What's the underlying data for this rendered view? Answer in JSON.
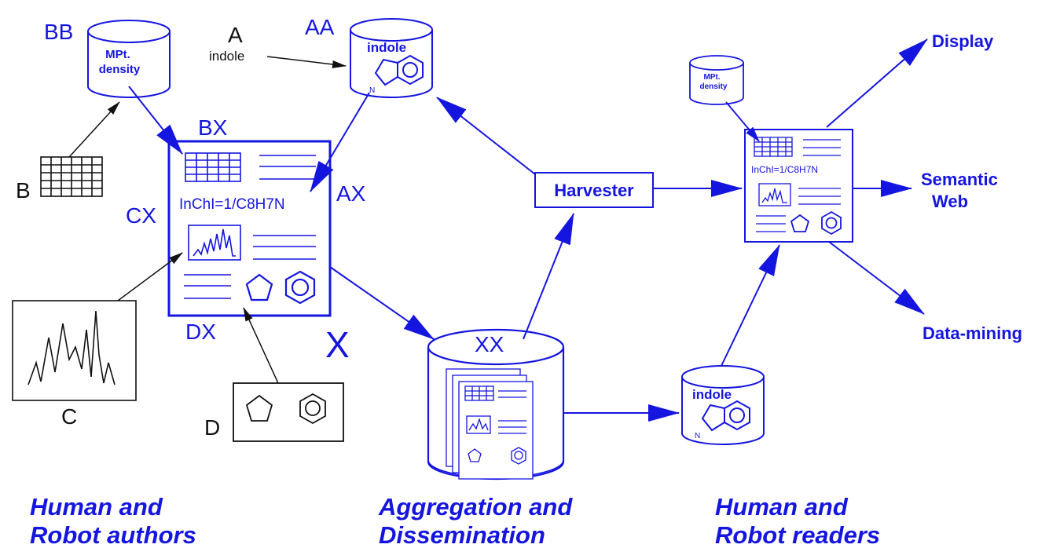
{
  "colors": {
    "accent": "#1515e0",
    "ink": "#111111"
  },
  "labels": {
    "bb": "BB",
    "aa": "AA",
    "a": "A",
    "a_note": "indole",
    "bx": "BX",
    "ax": "AX",
    "cx": "CX",
    "dx": "DX",
    "x": "X",
    "xx": "XX",
    "b": "B",
    "c": "C",
    "d": "D"
  },
  "databases": {
    "mpt_density_line1": "MPt.",
    "mpt_density_line2": "density",
    "indole_top": "indole",
    "indole_bottom": "indole",
    "reader_mpt_line1": "MPt.",
    "reader_mpt_line2": "density"
  },
  "document": {
    "inchi": "InChI=1/C8H7N",
    "reader_inchi": "InChI=1/C8H7N"
  },
  "harvester": "Harvester",
  "outputs": {
    "display": "Display",
    "semantic_line1": "Semantic",
    "semantic_line2": "Web",
    "datamining": "Data-mining"
  },
  "sections": {
    "authors_line1": "Human and",
    "authors_line2": "Robot authors",
    "aggregation_line1": "Aggregation and",
    "aggregation_line2": "Dissemination",
    "readers_line1": "Human and",
    "readers_line2": "Robot readers"
  }
}
